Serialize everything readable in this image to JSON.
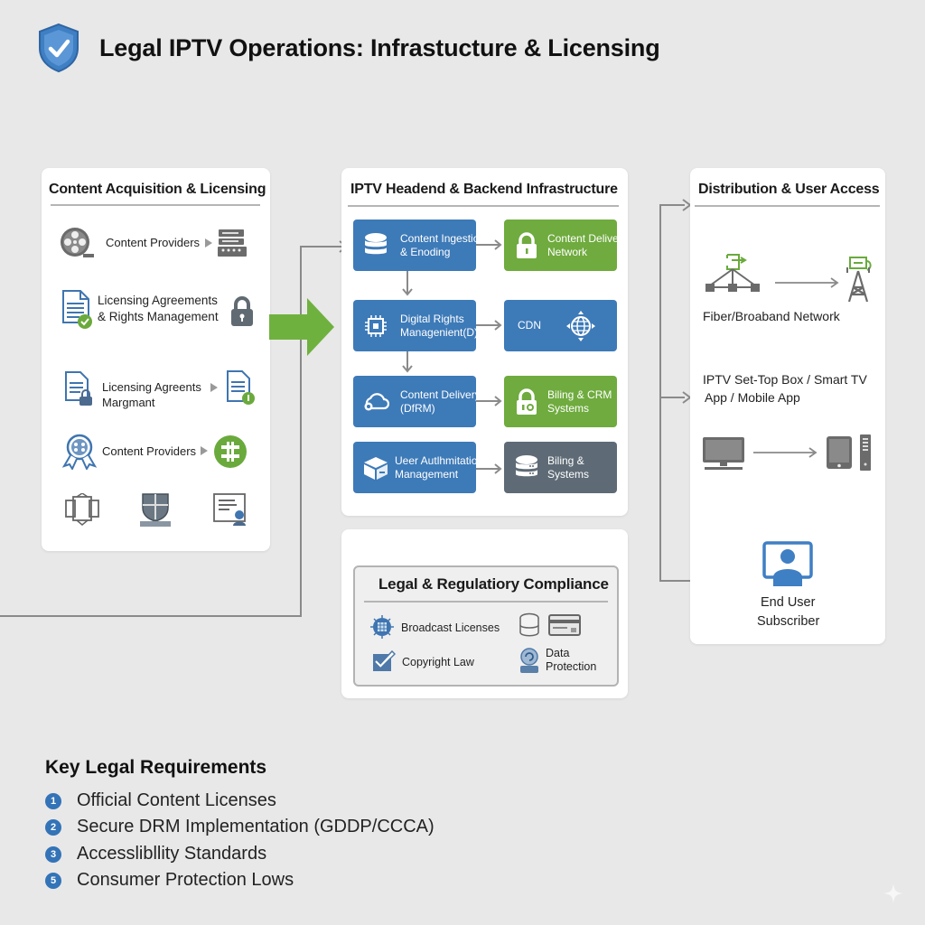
{
  "header": {
    "title": "Legal IPTV Operations: Infrastucture & Licensing",
    "logo_icon": "shield-check-icon"
  },
  "colors": {
    "blue": "#3d7ab8",
    "green": "#6fab3e",
    "slate": "#5e6b76",
    "background": "#e8e8e8",
    "connector": "#8a8a8a"
  },
  "acquisition": {
    "title": "Content Acquisition & Licensing",
    "rows": [
      {
        "left_icon": "film-reel-icon",
        "label": "Content Providers",
        "right_icon": "server-rack-icon"
      },
      {
        "left_icon": "document-check-icon",
        "label_line1": "Licensing Agreements",
        "label_line2": "& Rights Management",
        "right_icon": "padlock-icon"
      },
      {
        "left_icon": "document-lock-icon",
        "label_line1": "Licensing Agreents",
        "label_line2": "Margmant",
        "right_icon": "document-download-icon"
      },
      {
        "left_icon": "award-badge-icon",
        "label": "Content Providers",
        "right_icon": "green-network-icon"
      }
    ],
    "bottom_icons": [
      "devices-icon",
      "crest-shield-icon",
      "certificate-icon"
    ]
  },
  "headend": {
    "title": "IPTV Headend & Backend Infrastructure",
    "boxes": [
      {
        "line1": "Content Ingestion",
        "line2": "& Enoding",
        "color": "blue",
        "icon": "database-icon"
      },
      {
        "line1": "Content Delivery",
        "line2": "Network",
        "color": "green",
        "icon": "padlock-icon"
      },
      {
        "line1": "Digital Rights",
        "line2": "Managenient(D)",
        "color": "blue",
        "icon": "chip-icon"
      },
      {
        "line1": "CDN",
        "line2": "",
        "color": "blue",
        "icon": "globe-sync-icon"
      },
      {
        "line1": "Content Delivery",
        "line2": "(DfRM)",
        "color": "blue",
        "icon": "cloud-icon"
      },
      {
        "line1": "Biling & CRM",
        "line2": "Systems",
        "color": "green",
        "icon": "padlock-icon"
      },
      {
        "line1": "Ueer Autlhmitatiory",
        "line2": "Management",
        "color": "blue",
        "icon": "box-icon"
      },
      {
        "line1": "Biling &",
        "line2": "Systems",
        "color": "slate",
        "icon": "database-icon"
      }
    ]
  },
  "compliance": {
    "title": "Legal & Regulatiory Compliance",
    "items": [
      {
        "label": "Broadcast Licenses",
        "icon": "chip-icon"
      },
      {
        "label": "",
        "icon": "database-card-icon"
      },
      {
        "label": "Copyright Law",
        "icon": "edit-box-icon"
      },
      {
        "label_line1": "Data",
        "label_line2": "Protection",
        "icon": "data-protection-icon"
      }
    ]
  },
  "distribution": {
    "title": "Distribution & User Access",
    "network_label": "Fiber/Broaband Network",
    "device_label_line1": "IPTV Set-Top Box / Smart TV",
    "device_label_line2": "App / Mobile App",
    "end_user_line1": "End User",
    "end_user_line2": "Subscriber"
  },
  "requirements": {
    "title": "Key Legal Requirements",
    "items": [
      {
        "num": "1",
        "label": "Official Content Licenses"
      },
      {
        "num": "2",
        "label": "Secure DRM Implementation (GDDP/CCCA)"
      },
      {
        "num": "3",
        "label": "Accesslibllity Standards"
      },
      {
        "num": "5",
        "label": "Consumer Protection Lows"
      }
    ]
  }
}
